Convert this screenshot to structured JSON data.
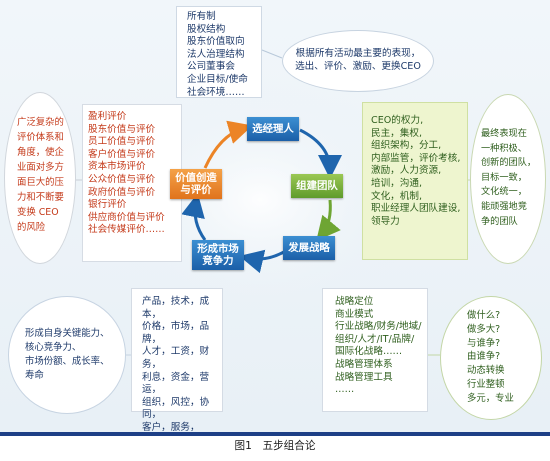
{
  "diagram": {
    "top_box": [
      "所有制",
      "股权结构",
      "股东价值取向",
      "法人治理结构",
      "公司董事会",
      "企业目标/使命",
      "社会环境……"
    ],
    "top_oval": "根据所有活动最主要的表现，\n选出、评价、激励、更换CEO",
    "left_oval": "广泛复杂的\n评价体系和\n角度，使企\n业面对多方\n面巨大的压\n力和不断要\n变换 CEO\n的风险",
    "left_box": [
      "盈利评价",
      "股东价值与评价",
      "员工价值与评价",
      "客户价值与评价",
      "资本市场评价",
      "公众价值与评价",
      "政府价值与评价",
      "银行评价",
      "供应商价值与评价",
      "社会传媒评价……"
    ],
    "ceo_box": [
      "CEO的权力,",
      "民主，集权,",
      "组织架构，分工,",
      "内部监管，评价考核,",
      "激励，人力资源,",
      "培训，沟通,",
      "文化，机制,",
      "职业经理人团队建设,",
      "领导力"
    ],
    "right_oval": "最终表现在\n一种积极、\n创新的团队，\n目标一致，\n文化统一，\n能顽强地竞\n争的团队",
    "steps": {
      "s1": "选经理人",
      "s2": "组建团队",
      "s3": "发展战略",
      "s4": "形成市场\n竞争力",
      "s5": "价值创造\n与评价"
    },
    "bottom_left_oval": "形成自身关键能力、\n核心竞争力、\n市场份额、成长率、\n寿命",
    "bottom_left_box": "产品，技术，成本，\n价格，市场，品牌，\n人才，工资，财务，\n利息，资金，营运，\n组织，风控，协同，\n客户，服务，\n综合素质……",
    "bottom_right_box": "战略定位\n商业模式\n行业战略/财务/地域/\n组织/人才/IT/品牌/\n国际化战略……\n战略管理体系\n战略管理工具\n……",
    "bottom_right_oval": "做什么?\n做多大?\n与谁争?\n由谁争?\n动态转换\n行业整顿\n多元，专业"
  },
  "caption": "图1　五步组合论",
  "colors": {
    "blue_step": "#1f65ad",
    "green_step": "#6ea533",
    "orange_step": "#ec8426",
    "caption_bar": "#1d3f86",
    "dark_text": "#1e3a6a",
    "red_text": "#c43a1a",
    "green_text": "#2f5f1e"
  }
}
